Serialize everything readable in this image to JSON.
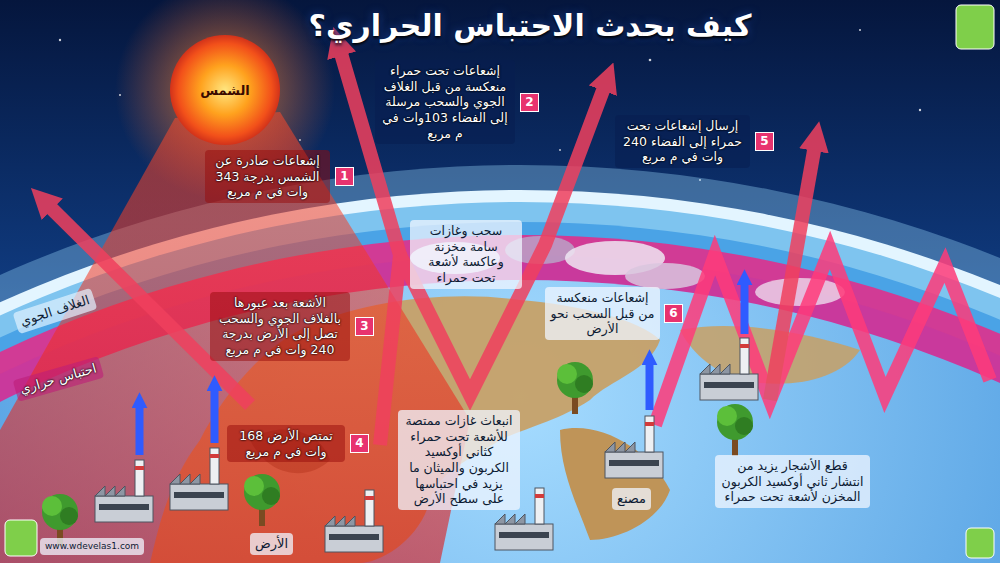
{
  "diagram": {
    "title": "كيف يحدث الاحتباس الحراري؟",
    "nodes": [
      {
        "text": [
          "الشمس"
        ]
      }
    ],
    "labels": [
      "1",
      "إشعاعات صادرة عن الشمس بدرجة 343 وات في م مربع",
      "2",
      "إشعاعات تحت حمراء منعكسة من قبل الغلاف الجوي والسحب مرسلة إلى الفضاء 103وات في م مربع",
      "5",
      "إرسال إشعاعات تحت حمراء إلى الفضاء 240 وات في م مربع",
      "سحب وغازات سامة مخزنة وعاكسة لأشعة تحت حمراء",
      "الغلاف الجوي",
      "3",
      "الأشعة بعد عبورها بالغلاف الجوي والسحب تصل إلى الأرض بدرجة 240 وات في م مربع",
      "احتباس حراري",
      "6",
      "إشعاعات منعكسة من قبل السحب نحو الأرض",
      "4",
      "تمتص الأرض 168 وات في م مربع",
      "انبعاث غازات ممتصة للأشعة تحت حمراء كثاني أوكسيد الكربون والميثان ما يزيد في احتباسها على سطح الأرض",
      "مصنع",
      "قطع الأشجار يزيد من انتشار ثاني أوكسيد الكربون المخزن لأشعة تحت حمراء",
      "الأرض",
      "www.wdevelas1.com"
    ]
  }
}
